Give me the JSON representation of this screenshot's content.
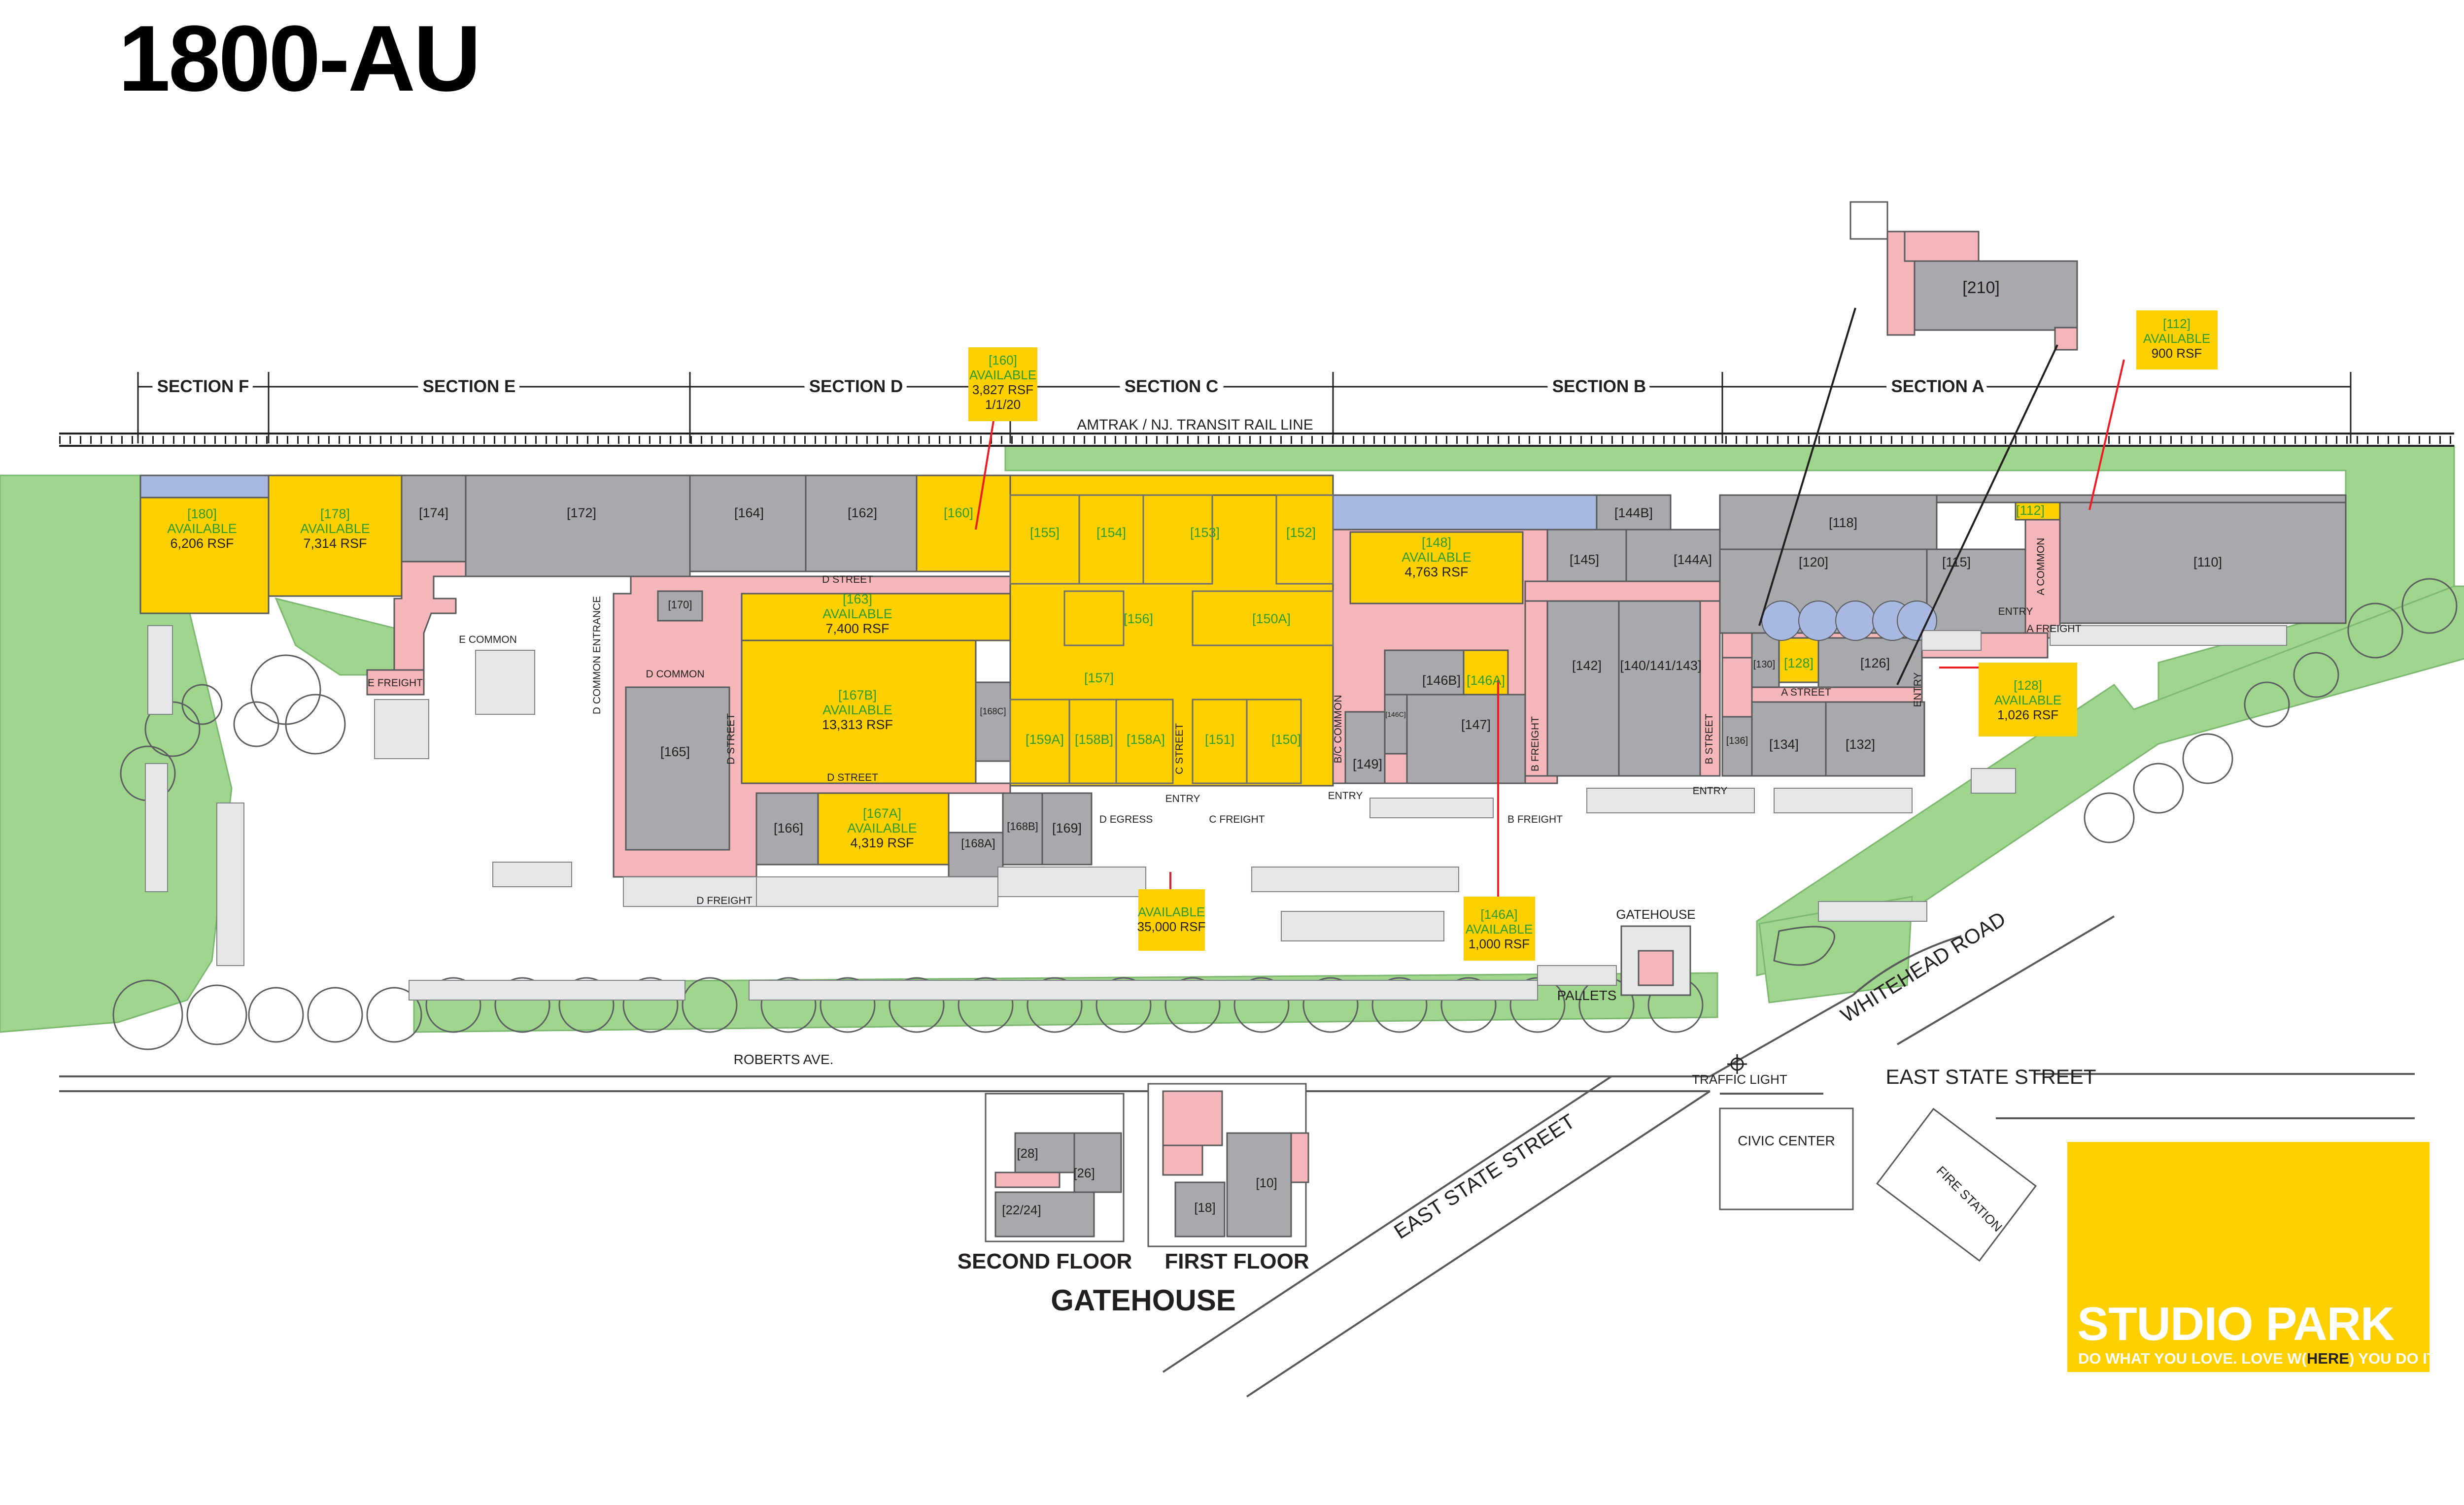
{
  "title": "1800-AU",
  "sections": [
    "SECTION F",
    "SECTION E",
    "SECTION D",
    "SECTION C",
    "SECTION B",
    "SECTION A"
  ],
  "rail_line": "AMTRAK / NJ. TRANSIT RAIL LINE",
  "streets": {
    "roberts_ave": "ROBERTS AVE.",
    "east_state_street_diag": "EAST STATE STREET",
    "east_state_street": "EAST STATE STREET",
    "whitehead_road": "WHITEHEAD ROAD",
    "traffic_light": "TRAFFIC LIGHT",
    "civic_center": "CIVIC CENTER",
    "fire_station": "FIRE STATION",
    "gatehouse_label": "GATEHOUSE",
    "pallets": "PALLETS"
  },
  "internal_streets": {
    "d_street_top": "D STREET",
    "d_street_bottom": "D STREET",
    "d_street_vertical": "D STREET",
    "c_street": "C STREET",
    "a_street": "A STREET",
    "b_street": "B STREET",
    "b_freight_vertical": "B FREIGHT",
    "bc_common": "B/C COMMON",
    "a_common": "A COMMON",
    "e_common": "E COMMON",
    "d_common": "D COMMON",
    "d_common_entrance": "D COMMON ENTRANCE",
    "e_freight": "E FREIGHT",
    "d_freight": "D FREIGHT",
    "c_freight": "C FREIGHT",
    "b_freight": "B FREIGHT",
    "a_freight": "A FREIGHT",
    "d_egress": "D EGRESS",
    "entry_c": "ENTRY",
    "entry_bc": "ENTRY",
    "entry_b": "ENTRY",
    "entry_a": "ENTRY",
    "entry_a_vertical": "ENTRY"
  },
  "units": [
    {
      "id": "[180]",
      "avail": "AVAILABLE",
      "size": "6,206 RSF"
    },
    {
      "id": "[178]",
      "avail": "AVAILABLE",
      "size": "7,314 RSF"
    },
    {
      "id": "[174]"
    },
    {
      "id": "[172]"
    },
    {
      "id": "[164]"
    },
    {
      "id": "[162]"
    },
    {
      "id": "[160]"
    },
    {
      "id": "[155]"
    },
    {
      "id": "[154]"
    },
    {
      "id": "[153]"
    },
    {
      "id": "[152]"
    },
    {
      "id": "[170]"
    },
    {
      "id": "[163]",
      "avail": "AVAILABLE",
      "size": "7,400 RSF"
    },
    {
      "id": "[167B]",
      "avail": "AVAILABLE",
      "size": "13,313 RSF"
    },
    {
      "id": "[168C]"
    },
    {
      "id": "[156]"
    },
    {
      "id": "[150A]"
    },
    {
      "id": "[157]"
    },
    {
      "id": "[159A]"
    },
    {
      "id": "[158B]"
    },
    {
      "id": "[158A]"
    },
    {
      "id": "[151]"
    },
    {
      "id": "[150]"
    },
    {
      "id": "[165]"
    },
    {
      "id": "[166]"
    },
    {
      "id": "[167A]",
      "avail": "AVAILABLE",
      "size": "4,319 RSF"
    },
    {
      "id": "[168B]"
    },
    {
      "id": "[169]"
    },
    {
      "id": "[168A]"
    },
    {
      "id": "[148]",
      "avail": "AVAILABLE",
      "size": "4,763 RSF"
    },
    {
      "id": "[146B]"
    },
    {
      "id": "[146A]"
    },
    {
      "id": "[147]"
    },
    {
      "id": "[146C]"
    },
    {
      "id": "[149]"
    },
    {
      "id": "[144B]"
    },
    {
      "id": "[145]"
    },
    {
      "id": "[144A]"
    },
    {
      "id": "[142]"
    },
    {
      "id": "[140/141/143]"
    },
    {
      "id": "[118]"
    },
    {
      "id": "[120]"
    },
    {
      "id": "[115]"
    },
    {
      "id": "[110]"
    },
    {
      "id": "[112]"
    },
    {
      "id": "[130]"
    },
    {
      "id": "[128]"
    },
    {
      "id": "[126]"
    },
    {
      "id": "[136]"
    },
    {
      "id": "[134]"
    },
    {
      "id": "[132]"
    },
    {
      "id": "[210]"
    }
  ],
  "callouts": [
    {
      "id": "[160]",
      "avail": "AVAILABLE",
      "size": "3,827 RSF",
      "date": "1/1/20"
    },
    {
      "id": "[112]",
      "avail": "AVAILABLE",
      "size": "900 RSF"
    },
    {
      "id": "[128]",
      "avail": "AVAILABLE",
      "size": "1,026 RSF"
    },
    {
      "avail": "AVAILABLE",
      "size": "35,000 RSF"
    },
    {
      "id": "[146A]",
      "avail": "AVAILABLE",
      "size": "1,000 RSF"
    }
  ],
  "gatehouse": {
    "second_floor": "SECOND FLOOR",
    "first_floor": "FIRST FLOOR",
    "title": "GATEHOUSE",
    "rooms": [
      "[28]",
      "[26]",
      "[22/24]",
      "[10]",
      "[18]"
    ]
  },
  "logo": {
    "name": "STUDIO PARK",
    "tag_pre": "DO WHAT YOU LOVE. LOVE W(",
    "tag_here": "HERE",
    "tag_post": ") YOU DO IT."
  },
  "colors": {
    "available": "#ffd000",
    "occupied": "#a7a9ac",
    "common": "#f4b6b8",
    "landscape": "#9fd58d",
    "available_text": "#2e9b2e",
    "parking_lot": "#e6e7e8"
  }
}
